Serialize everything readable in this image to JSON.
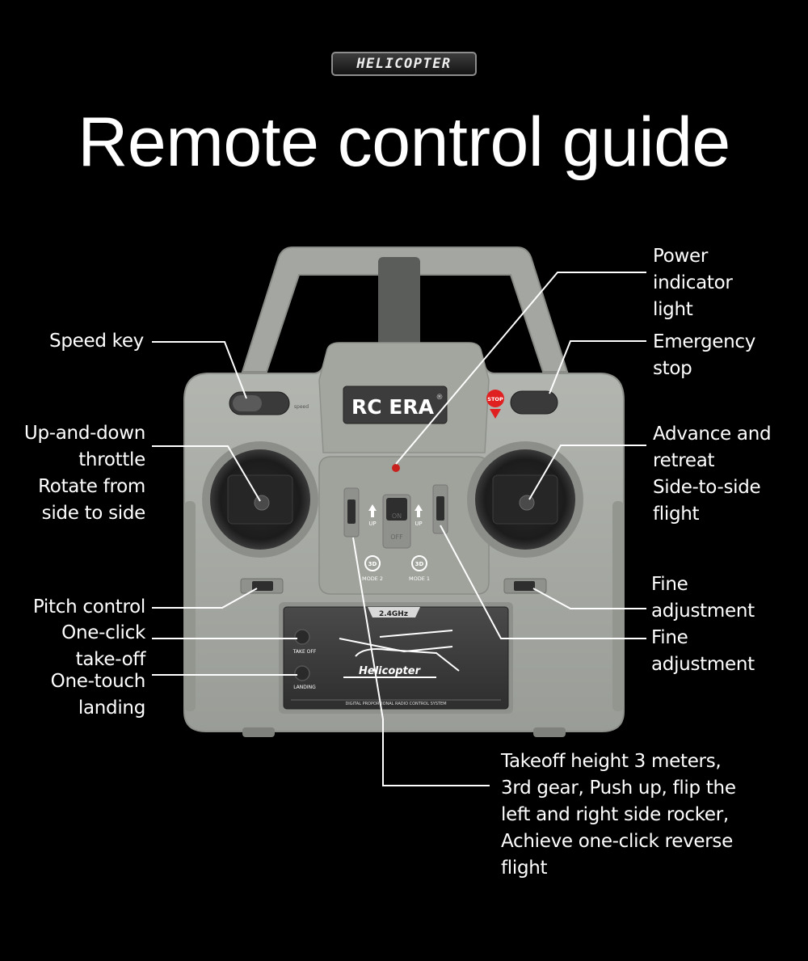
{
  "badge": {
    "text": "HELICOPTER"
  },
  "title": "Remote control guide",
  "device": {
    "brand": "RC ERA",
    "brand_mark": "®",
    "stop_badge": "STOP",
    "switch_on": "ON",
    "switch_off": "OFF",
    "up_left": "UP",
    "up_right": "UP",
    "mode_2_icon_text": "3D",
    "mode_2": "MODE 2",
    "mode_1_icon_text": "3D",
    "mode_1": "MODE 1",
    "frequency": "2.4GHz",
    "takeoff_button": "TAKE OFF",
    "landing_button": "LANDING",
    "panel_logo": "Helicopter",
    "panel_caption": "DIGITAL PROPORTIONAL RADIO CONTROL SYSTEM",
    "speed_small": "speed"
  },
  "labels": {
    "speed_key": "Speed key",
    "throttle": "Up-and-down\nthrottle\nRotate from\nside to side",
    "pitch": "Pitch control",
    "takeoff": "One-click\ntake-off",
    "landing": "One-touch\nlanding",
    "power": "Power\nindicator\nlight",
    "emergency": "Emergency\nstop",
    "advance": "Advance and\nretreat\nSide-to-side\nflight",
    "fine1": "Fine\nadjustment",
    "fine2": "Fine\nadjustment",
    "flip_note": "Takeoff height 3 meters,\n3rd gear, Push up, flip the\nleft and right side rocker,\nAchieve one-click reverse\nflight"
  },
  "colors": {
    "background": "#000000",
    "body": "#a9aca6",
    "stop_red": "#e02020",
    "power_led": "#c8201c"
  }
}
